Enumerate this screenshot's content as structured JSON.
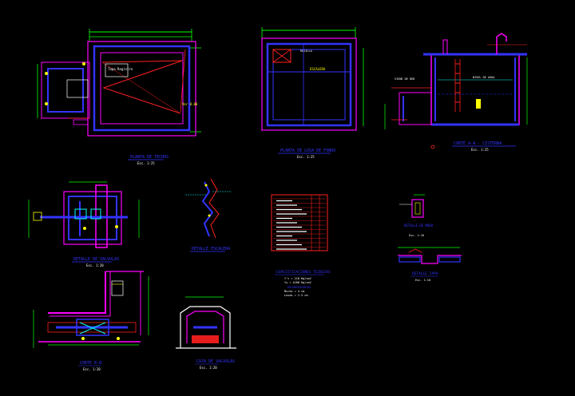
{
  "colors": {
    "background": "#000000",
    "magenta": "#ff00ff",
    "blue": "#3333ff",
    "red": "#ff2020",
    "green": "#00ff00",
    "cyan": "#00ffff",
    "yellow": "#ffff00",
    "white": "#ffffff"
  },
  "drawings": {
    "plan_top": {
      "title": "PLANTA DE TECHOS",
      "scale": "Esc. 1:25",
      "label_pipe": "Tapa Registro",
      "label_elev": "Ver 0.00"
    },
    "plan_interior": {
      "title": "PLANTA DE LOSA DE FONDO",
      "scale": "Esc. 1:25",
      "label_top": "ESCALERA",
      "label_mid": "REJILLA"
    },
    "section_main": {
      "title": "CORTE A-A - CISTERNA",
      "scale": "Esc. 1:25",
      "label_left": "VIENE DE RED",
      "label_right": "NIVEL DE AGUA"
    },
    "detail_valves": {
      "title": "DETALLE DE VALVULAS",
      "scale": "Esc. 1:20"
    },
    "detail_ladder": {
      "title": "DETALLE ESCALERA"
    },
    "detail_pump": {
      "title": "CORTE B-B",
      "scale": "Esc. 1:20"
    },
    "detail_box": {
      "title": "CAJA DE VALVULAS",
      "scale": "Esc. 1:20"
    },
    "detail_wall": {
      "title": "DETALLE DE MURO",
      "scale": "Esc. 1:10"
    },
    "detail_cover": {
      "title": "DETALLE TAPA",
      "scale": "Esc. 1:10"
    },
    "notes": {
      "title": "ESPECIFICACIONES TECNICAS",
      "lines": [
        "f'c = 210 Kg/cm2",
        "fy = 4200 Kg/cm2",
        "RECUBRIMIENTOS",
        "Muros = 4 cm",
        "Losas = 2.5 cm"
      ]
    },
    "table": {
      "rows": 12
    }
  }
}
